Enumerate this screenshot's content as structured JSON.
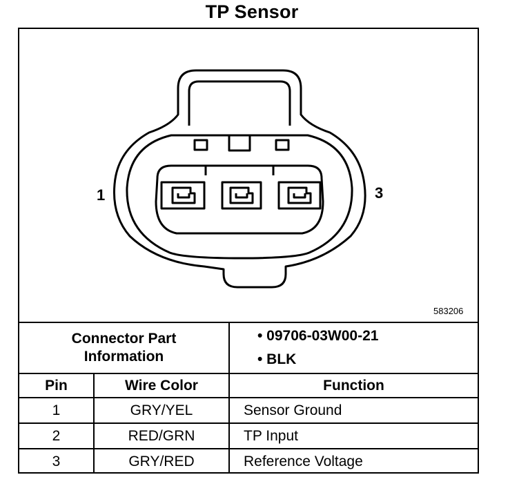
{
  "title": "TP Sensor",
  "diagram": {
    "pin_left_label": "1",
    "pin_right_label": "3",
    "figure_number": "583206"
  },
  "connector_info": {
    "label_line1": "Connector Part",
    "label_line2": "Information",
    "values": [
      "• 09706-03W00-21",
      "• BLK"
    ]
  },
  "table": {
    "headers": [
      "Pin",
      "Wire Color",
      "Function"
    ],
    "rows": [
      {
        "pin": "1",
        "wire": "GRY/YEL",
        "function": "Sensor Ground"
      },
      {
        "pin": "2",
        "wire": "RED/GRN",
        "function": "TP Input"
      },
      {
        "pin": "3",
        "wire": "GRY/RED",
        "function": "Reference Voltage"
      }
    ]
  }
}
